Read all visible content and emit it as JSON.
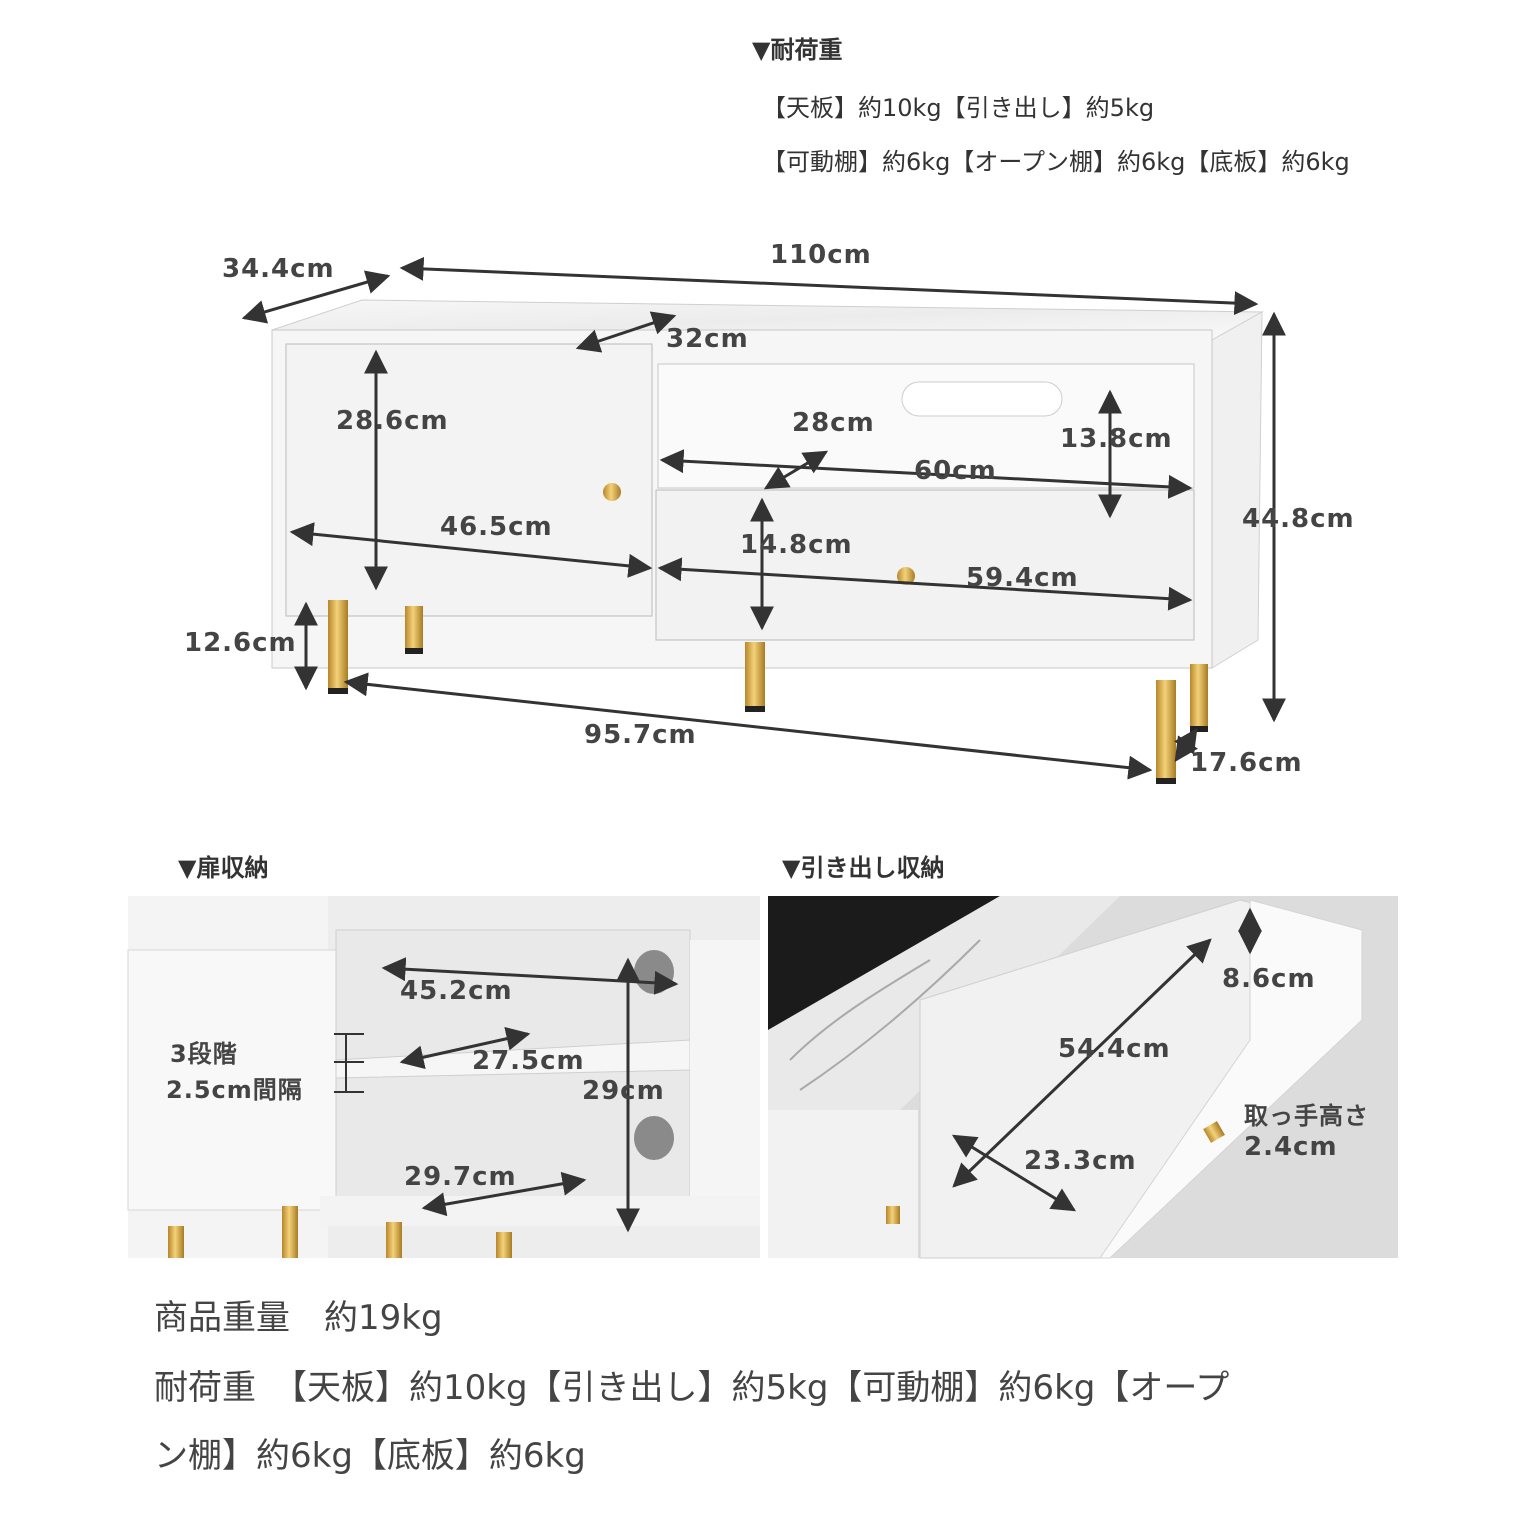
{
  "load_capacity": {
    "title": "▼耐荷重",
    "line1": "【天板】約10kg【引き出し】約5kg",
    "line2": "【可動棚】約6kg【オープン棚】約6kg【底板】約6kg"
  },
  "main_dimensions": {
    "depth": "34.4cm",
    "width": "110cm",
    "inner_depth": "32cm",
    "door_height": "28.6cm",
    "door_width": "46.5cm",
    "open_shelf_depth": "28cm",
    "open_shelf_height": "13.8cm",
    "open_shelf_width": "60cm",
    "drawer_height": "14.8cm",
    "drawer_width": "59.4cm",
    "total_height": "44.8cm",
    "leg_height": "12.6cm",
    "leg_span": "95.7cm",
    "leg_depth_span": "17.6cm"
  },
  "door_storage": {
    "title": "▼扉収納",
    "width": "45.2cm",
    "steps_label": "3段階",
    "steps_interval": "2.5cm間隔",
    "shelf_depth": "27.5cm",
    "height": "29cm",
    "bottom_depth": "29.7cm"
  },
  "drawer_storage": {
    "title": "▼引き出し収納",
    "height": "8.6cm",
    "length": "54.4cm",
    "depth": "23.3cm",
    "handle_label": "取っ手高さ",
    "handle_height": "2.4cm"
  },
  "specs": {
    "weight": "商品重量　約19kg",
    "load_line1": "耐荷重　【天板】約10kg【引き出し】約5kg【可動棚】約6kg【オープ",
    "load_line2": "ン棚】約6kg【底板】約6kg"
  },
  "colors": {
    "gold": "#d4a640",
    "cabinet": "#f4f4f4",
    "outline": "#bdbdbd",
    "arrow": "#333333"
  }
}
